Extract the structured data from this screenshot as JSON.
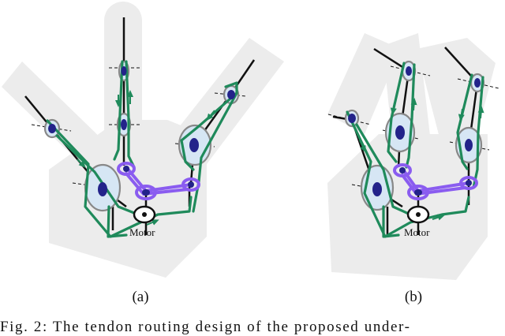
{
  "figure": {
    "panel_a_label": "(a)",
    "panel_b_label": "(b)",
    "motor_label_a": "Motor",
    "motor_label_b": "Motor",
    "caption": "Fig. 2: The tendon routing design of the proposed under-"
  },
  "colors": {
    "hand": "#ececec",
    "tendon_green": "#1f8a5b",
    "pulley_purple": "#8a5cf0",
    "joint_navy": "#23238a",
    "joint_fill": "#d6e6f4",
    "link_black": "#111111"
  }
}
